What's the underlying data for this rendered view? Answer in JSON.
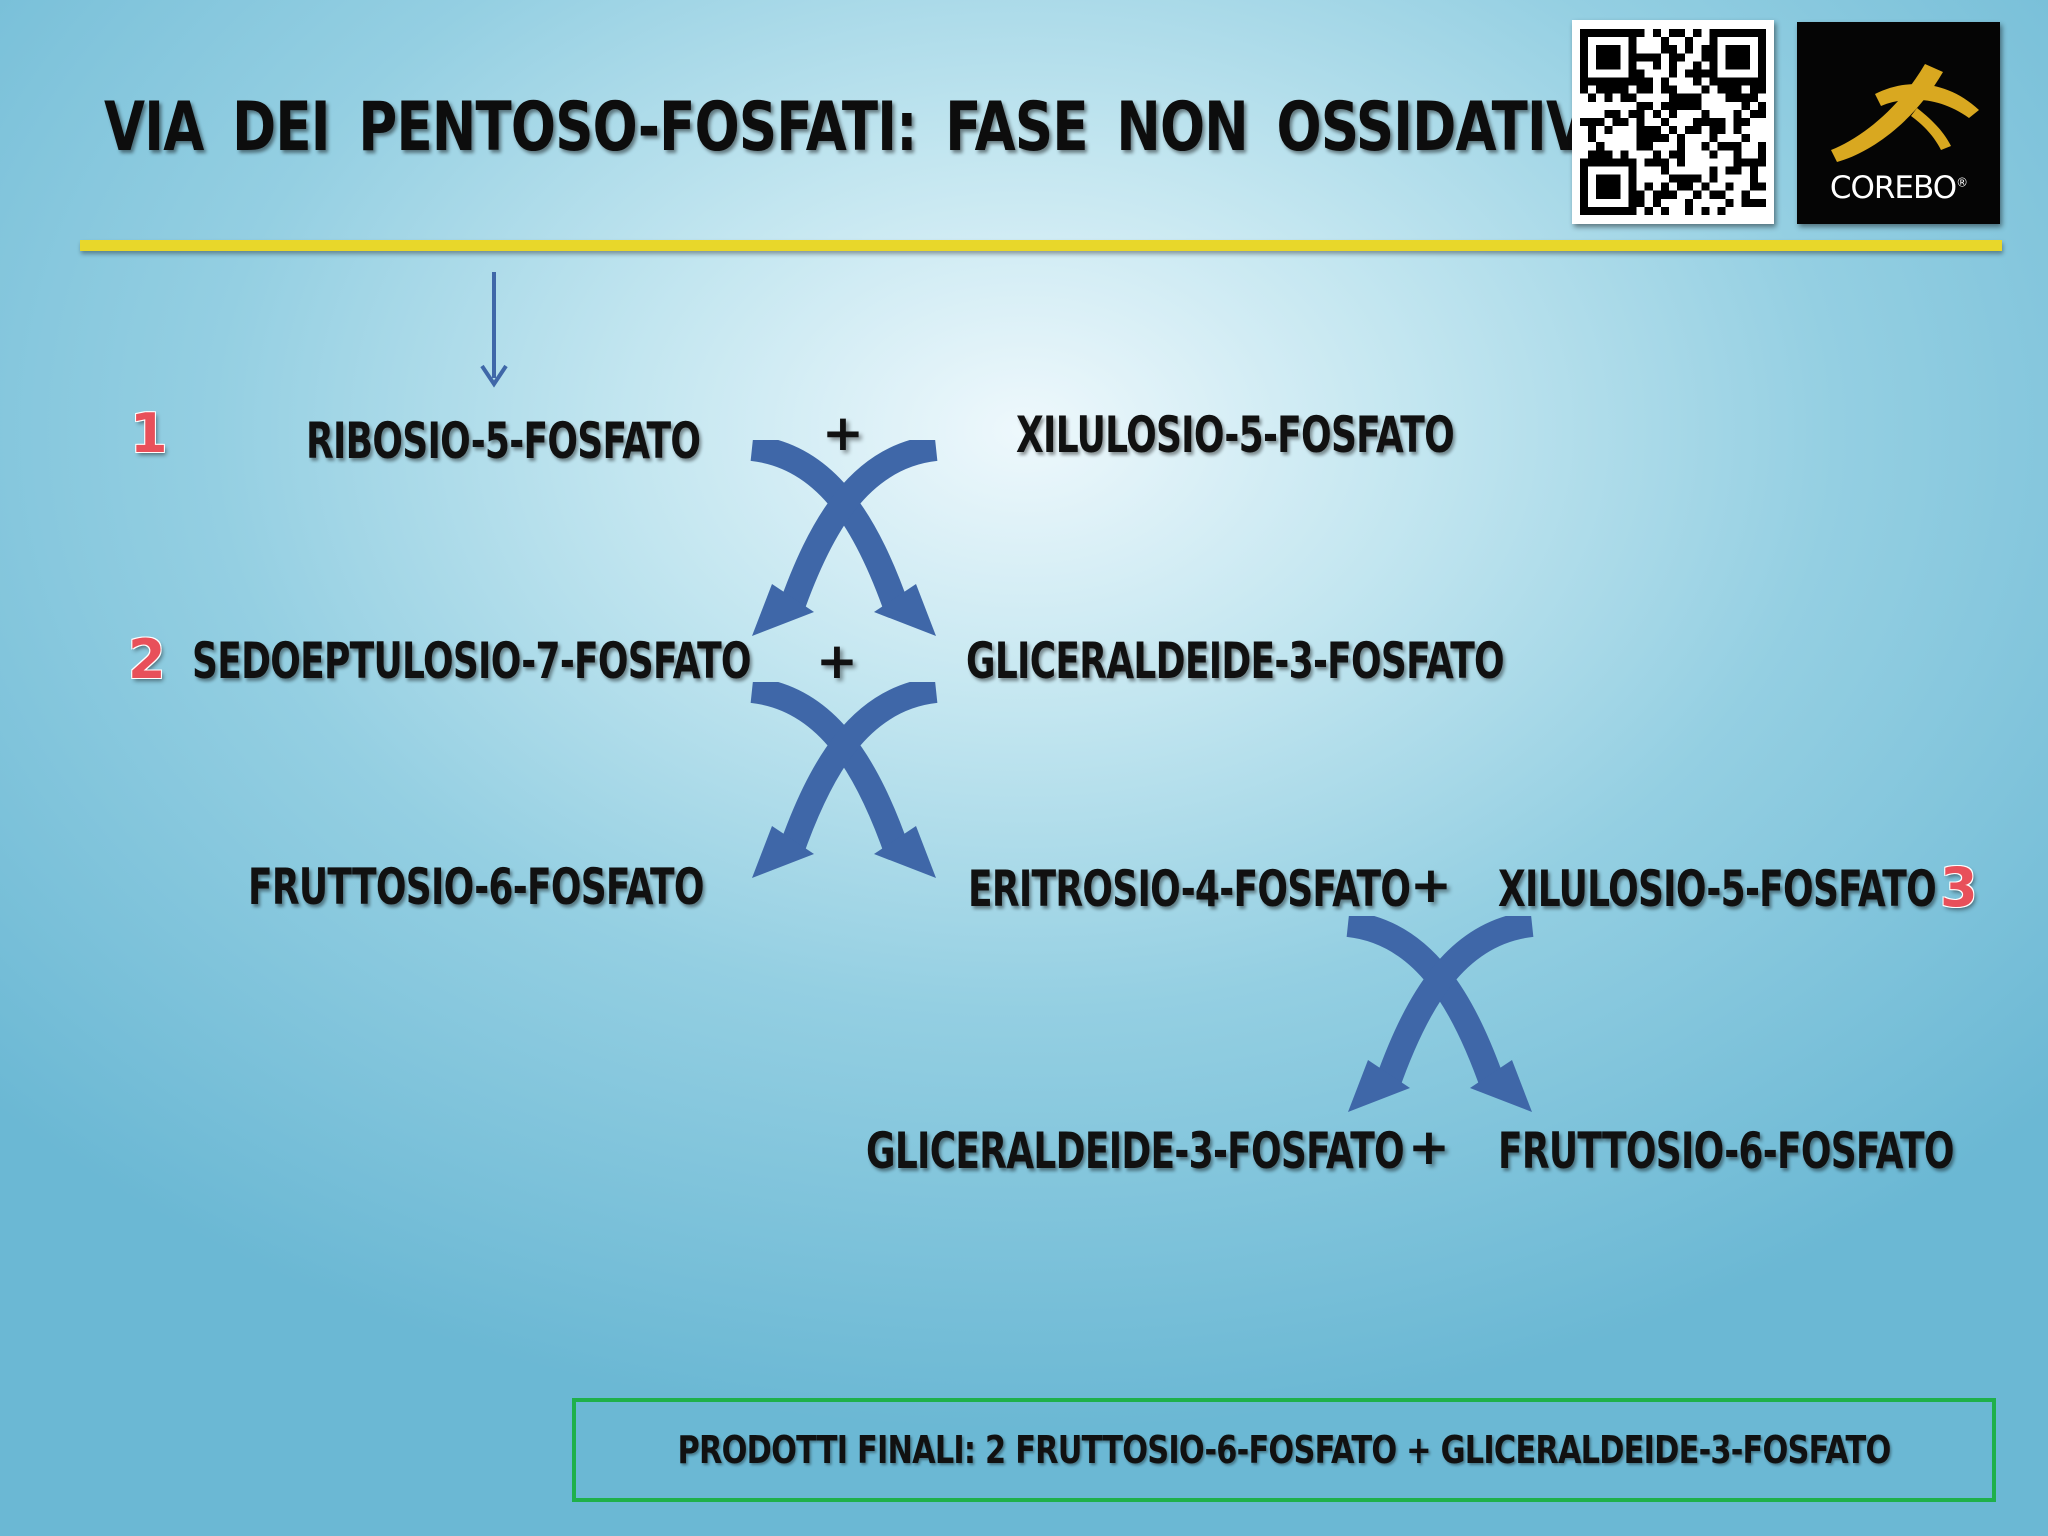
{
  "title": "VIA DEI PENTOSO-FOSFATI: FASE NON OSSIDATIVA",
  "logo_text": "COREBO",
  "reactions": {
    "r1": {
      "number": "1",
      "left": "RIBOSIO-5-FOSFATO",
      "plus": "+",
      "right": "XILULOSIO-5-FOSFATO"
    },
    "r2": {
      "number": "2",
      "left": "SEDOEPTULOSIO-7-FOSFATO",
      "plus": "+",
      "right": "GLICERALDEIDE-3-FOSFATO"
    },
    "r3": {
      "number": "3",
      "left_product": "FRUTTOSIO-6-FOSFATO",
      "mid": "ERITROSIO-4-FOSFATO",
      "plus": "+",
      "right": "XILULOSIO-5-FOSFATO"
    },
    "r4": {
      "left": "GLICERALDEIDE-3-FOSFATO",
      "plus": "+",
      "right": "FRUTTOSIO-6-FOSFATO"
    }
  },
  "final_products": "PRODOTTI FINALI: 2  FRUTTOSIO-6-FOSFATO  +  GLICERALDEIDE-3-FOSFATO",
  "colors": {
    "title_rule": "#e8d72a",
    "arrow": "#3f67a8",
    "step_number": "#e8505a",
    "final_box_border": "#1fb04a",
    "logo_swoosh": "#d9a820"
  }
}
